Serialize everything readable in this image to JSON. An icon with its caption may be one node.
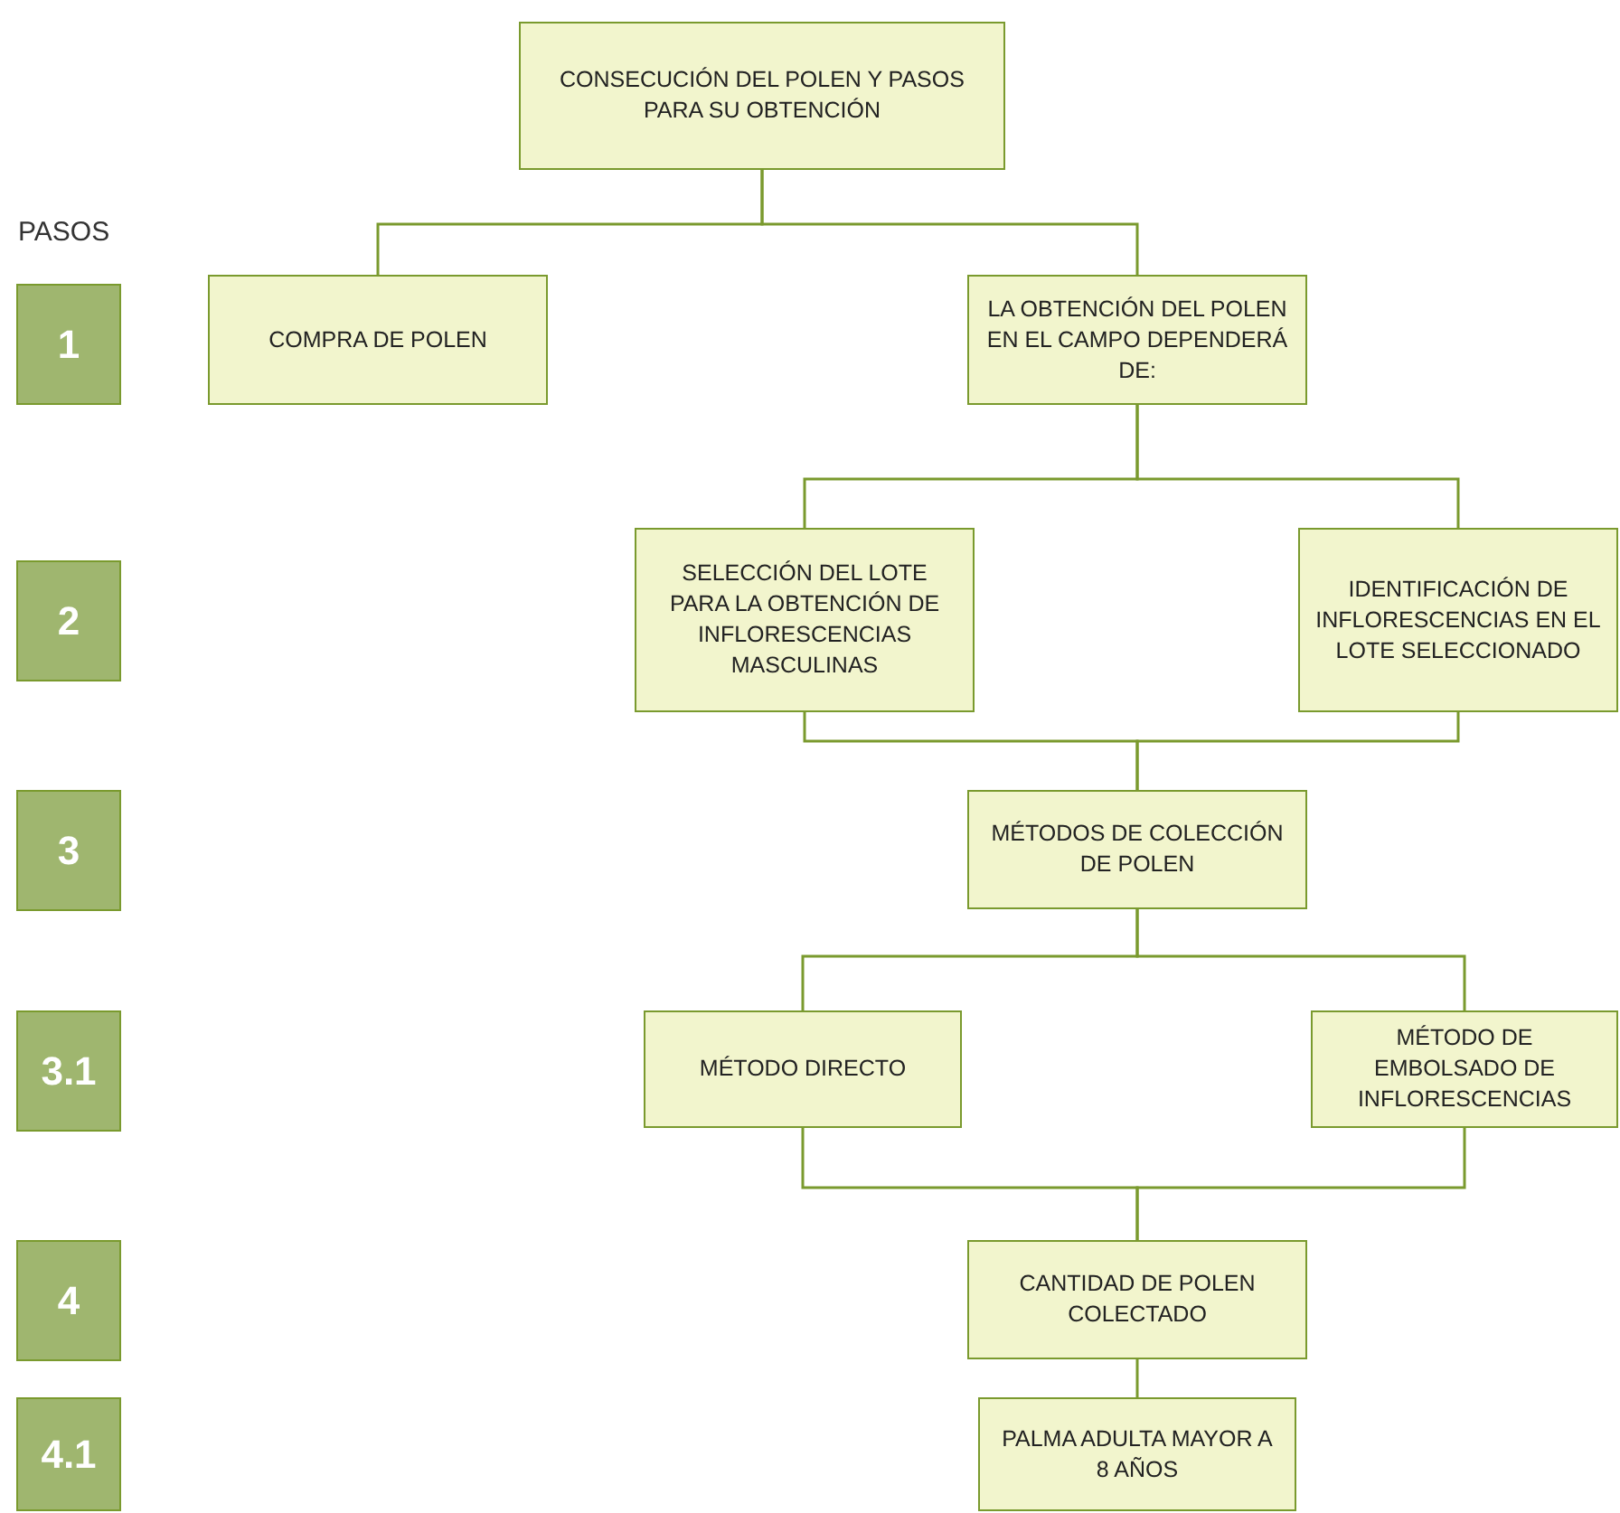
{
  "diagram": {
    "nodes": [
      {
        "text": [
          "CONSECUCIÓN DEL POLEN Y PASOS PARA SU OBTENCIÓN"
        ]
      },
      {
        "text": [
          "1"
        ]
      },
      {
        "text": [
          "COMPRA DE POLEN"
        ]
      },
      {
        "text": [
          "LA OBTENCIÓN DEL POLEN EN EL CAMPO DEPENDERÁ DE:"
        ]
      },
      {
        "text": [
          "2"
        ]
      },
      {
        "text": [
          "SELECCIÓN DEL LOTE PARA LA OBTENCIÓN DE INFLORESCENCIAS MASCULINAS"
        ]
      },
      {
        "text": [
          "IDENTIFICACIÓN DE INFLORESCENCIAS EN EL LOTE SELECCIONADO"
        ]
      },
      {
        "text": [
          "3"
        ]
      },
      {
        "text": [
          "MÉTODOS DE COLECCIÓN DE POLEN"
        ]
      },
      {
        "text": [
          "3.1"
        ]
      },
      {
        "text": [
          "MÉTODO DIRECTO"
        ]
      },
      {
        "text": [
          "MÉTODO DE EMBOLSADO DE INFLORESCENCIAS"
        ]
      },
      {
        "text": [
          "4"
        ]
      },
      {
        "text": [
          "CANTIDAD DE POLEN COLECTADO"
        ]
      },
      {
        "text": [
          "4.1"
        ]
      },
      {
        "text": [
          "PALMA ADULTA MAYOR A 8 AÑOS"
        ]
      }
    ],
    "edges": [
      {
        "from": 0,
        "to": 2,
        "arrow": "none"
      },
      {
        "from": 0,
        "to": 3,
        "arrow": "none"
      },
      {
        "from": 3,
        "to": 5,
        "arrow": "none"
      },
      {
        "from": 3,
        "to": 6,
        "arrow": "none"
      },
      {
        "from": 5,
        "to": 8,
        "arrow": "none"
      },
      {
        "from": 6,
        "to": 8,
        "arrow": "none"
      },
      {
        "from": 8,
        "to": 10,
        "arrow": "none"
      },
      {
        "from": 8,
        "to": 11,
        "arrow": "none"
      },
      {
        "from": 10,
        "to": 13,
        "arrow": "none"
      },
      {
        "from": 11,
        "to": 13,
        "arrow": "none"
      },
      {
        "from": 13,
        "to": 15,
        "arrow": "none"
      }
    ],
    "labels": [
      "PASOS"
    ]
  }
}
